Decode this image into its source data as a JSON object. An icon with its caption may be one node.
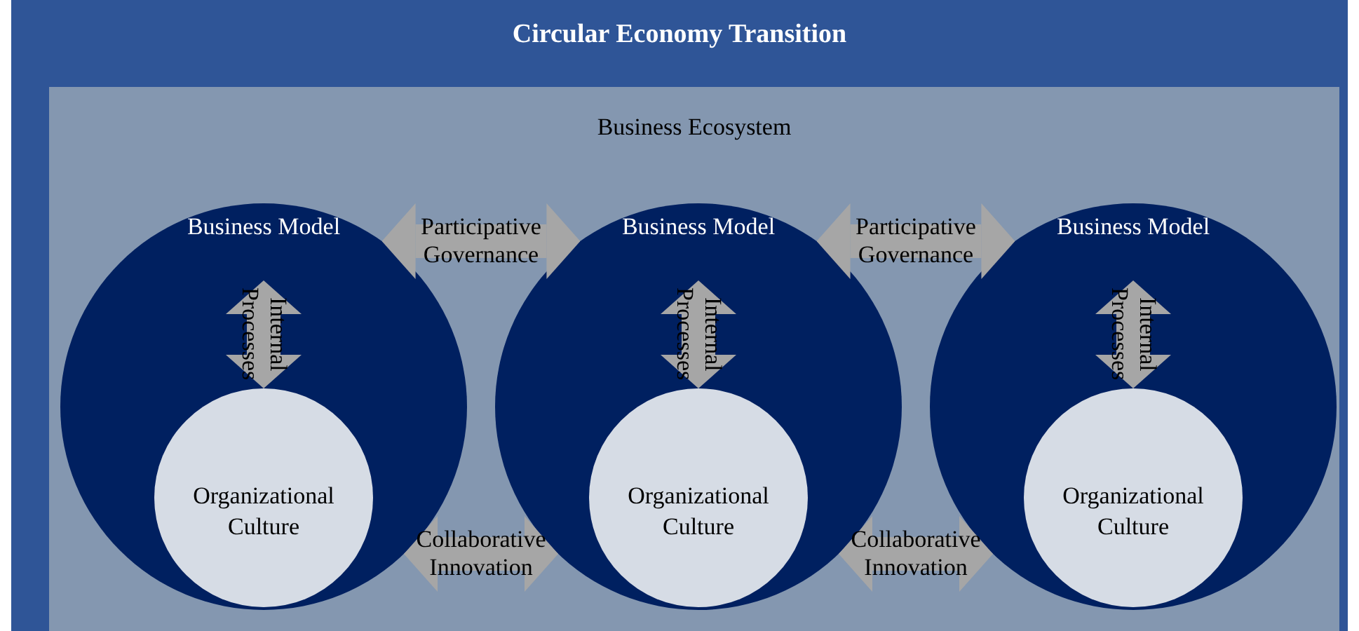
{
  "diagram": {
    "nodes": [
      {
        "text": [
          "Circular Economy Transition"
        ]
      },
      {
        "text": [
          "Business Ecosystem"
        ],
        "in": 0
      },
      {
        "text": [
          "Business Model"
        ],
        "in": 1
      },
      {
        "text": [
          "Organizational Culture"
        ],
        "in": 2
      },
      {
        "text": [
          "Business Model"
        ],
        "in": 1
      },
      {
        "text": [
          "Organizational Culture"
        ],
        "in": 4
      },
      {
        "text": [
          "Business Model"
        ],
        "in": 1
      },
      {
        "text": [
          "Organizational Culture"
        ],
        "in": 6
      }
    ],
    "edges": [
      {
        "from": 2,
        "to": 4,
        "arrow": "both",
        "label": "Participative Governance"
      },
      {
        "from": 4,
        "to": 6,
        "arrow": "both",
        "label": "Participative Governance"
      },
      {
        "from": 2,
        "to": 3,
        "arrow": "both",
        "label": "Internal Processes"
      },
      {
        "from": 4,
        "to": 5,
        "arrow": "both",
        "label": "Internal Processes"
      },
      {
        "from": 6,
        "to": 7,
        "arrow": "both",
        "label": "Internal Processes"
      },
      {
        "from": 2,
        "to": 4,
        "arrow": "both",
        "label": "Collaborative Innovation"
      },
      {
        "from": 4,
        "to": 6,
        "arrow": "both",
        "label": "Collaborative Innovation"
      }
    ]
  }
}
